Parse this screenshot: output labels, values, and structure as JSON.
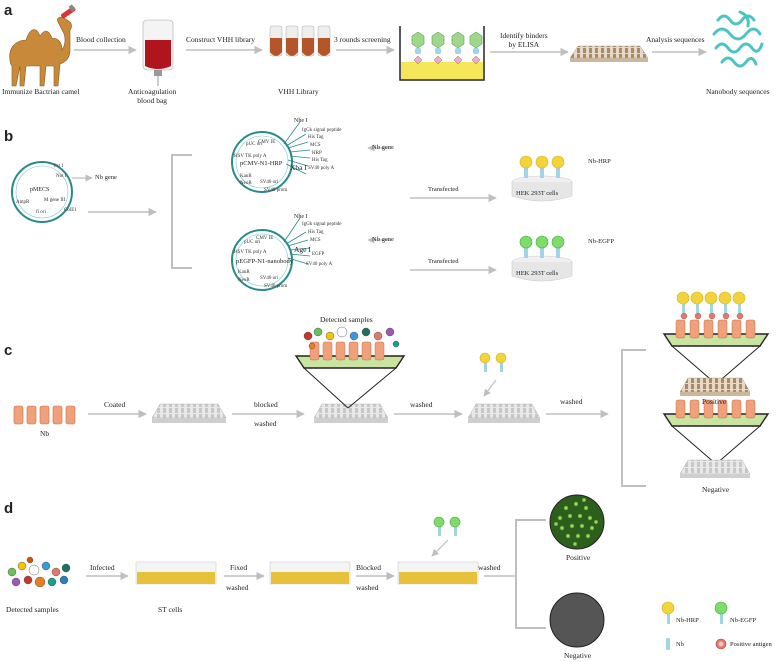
{
  "panels": {
    "a": "a",
    "b": "b",
    "c": "c",
    "d": "d"
  },
  "row_a": {
    "camel": "Immunize Bactrian camel",
    "blood_collection": "Blood collection",
    "blood_bag": "Anticoagulation\nblood bag",
    "construct": "Construct VHH library",
    "library": "VHH Library",
    "screening": "3 rounds screening",
    "identify": "Identify binders\nby ELISA",
    "analysis": "Analysis sequences",
    "nanobody_seq": "Nanobody sequences"
  },
  "row_b": {
    "pmecs": "pMECS",
    "nb_gene_1": "Nb gene",
    "nb_gene_2": "Nb gene",
    "nb_gene_3": "Nb gene",
    "pcmv": "pCMV-N1-HRP",
    "pegfp": "pEGFP-N1-nanobody",
    "xba": "Xba I",
    "age": "Age I",
    "nhe1": "Nhe I",
    "nhe2": "Nhe I",
    "transfected1": "Transfected",
    "transfected2": "Transfected",
    "hek1": "HEK 293T cells",
    "hek2": "HEK 293T cells",
    "nb_hrp": "Nb-HRP",
    "nb_egfp": "Nb-EGFP",
    "pmecs_sites": [
      "Pst I",
      "Not I",
      "M gene III",
      "AmpR",
      "fi ori",
      "ColE1"
    ],
    "pcmv_sites": [
      "IgGk signal peptide",
      "His Tag",
      "MCS",
      "HRP",
      "His Tag",
      "SV40 poly A",
      "CMV IE",
      "pUC ori",
      "HSV TK poly A",
      "KanR",
      "NeoR",
      "SV40 ori",
      "SV40 prom"
    ],
    "pegfp_sites": [
      "IgGk signal peptide",
      "His Tag",
      "MCS",
      "EGFP",
      "SV40 poly A",
      "CMV IE",
      "pUC ori",
      "HSV TK poly A",
      "KanR",
      "NeoR",
      "SV40 ori",
      "SV40 prom"
    ]
  },
  "row_c": {
    "detected": "Detected samples",
    "nb": "Nb",
    "coated": "Coated",
    "blocked": "blocked",
    "washed1": "washed",
    "washed2": "washed",
    "washed3": "washed",
    "positive": "Positive",
    "negative": "Negative"
  },
  "row_d": {
    "detected": "Detected samples",
    "infected": "Infected",
    "st_cells": "ST cells",
    "fixed": "Fixed",
    "washed1": "washed",
    "blocked": "Blocked",
    "washed2": "washed",
    "washed3": "washed",
    "positive": "Positive",
    "negative": "Negative"
  },
  "legend": {
    "nb_hrp": "Nb-HRP",
    "nb_egfp": "Nb-EGFP",
    "nb": "Nb",
    "antigen": "Positive antigen"
  },
  "colors": {
    "arrow": "#bfbfbf",
    "hrp": "#f2d33c",
    "egfp": "#7ddc6a",
    "nb": "#9fd6e6",
    "nb_block": "#f0a07a",
    "antigen": "#e07a6e",
    "plate": "#d8d8d8",
    "dish_yellow": "#e6c23a",
    "green_well": "#2e5e1e",
    "gray_well": "#555555"
  }
}
